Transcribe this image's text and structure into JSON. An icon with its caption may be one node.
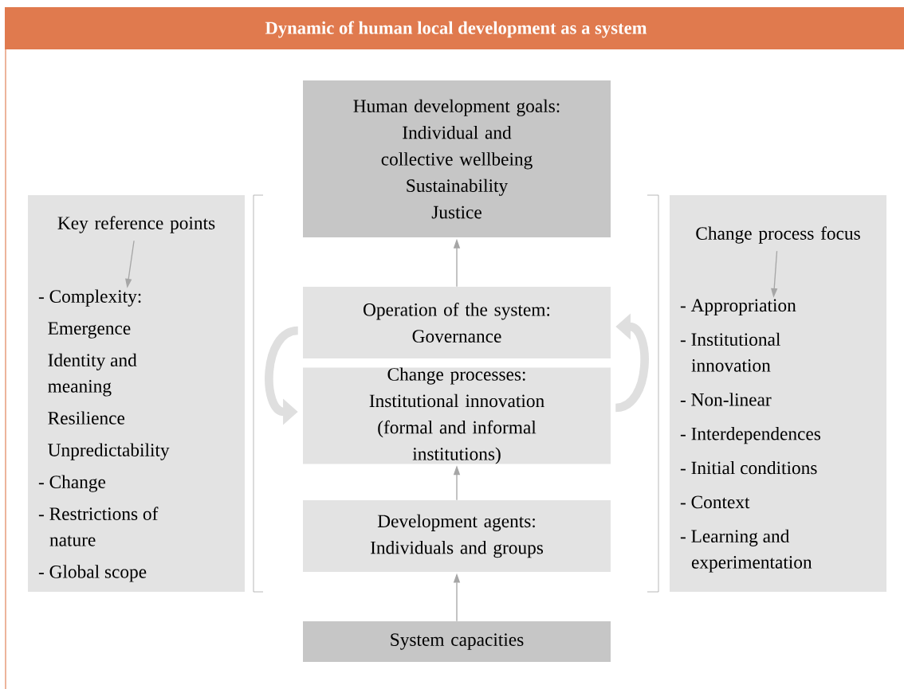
{
  "diagram": {
    "title": "Dynamic of human local development as a system",
    "nodes": [
      {
        "text": [
          "Human development goals:",
          "Individual and collective wellbeing",
          "Sustainability",
          "Justice"
        ]
      },
      {
        "text": [
          "Operation of the system:",
          "Governance"
        ]
      },
      {
        "text": [
          "Change processes:",
          "Institutional innovation",
          "(formal and informal institutions)"
        ]
      },
      {
        "text": [
          "Development agents:",
          "Individuals and groups"
        ]
      },
      {
        "text": [
          "System capacities"
        ]
      },
      {
        "text": [],
        "shape": "box"
      },
      {
        "text": [
          "Key reference points"
        ],
        "in": 5
      },
      {
        "text": [
          "- Complexity:",
          "Emergence",
          "Identity and meaning",
          "Resilience",
          "Unpredictability",
          "- Change",
          "- Restrictions of nature",
          "- Global scope"
        ],
        "in": 5
      },
      {
        "text": [],
        "shape": "box"
      },
      {
        "text": [
          "Change process focus"
        ],
        "in": 8
      },
      {
        "text": [
          "- Appropriation",
          "- Institutional innovation",
          "- Non-linear",
          "- Interdependences",
          "- Initial conditions",
          "- Context",
          "- Learning and experimentation"
        ],
        "in": 8
      }
    ],
    "edges": [
      {
        "from": 4,
        "to": 3,
        "arrow": "to"
      },
      {
        "from": 3,
        "to": 2,
        "arrow": "to"
      },
      {
        "from": 1,
        "to": 0,
        "arrow": "to"
      },
      {
        "from": 1,
        "to": 2,
        "arrow": "to",
        "style": "thick"
      },
      {
        "from": 2,
        "to": 1,
        "arrow": "to",
        "style": "thick"
      },
      {
        "from": 6,
        "to": 7,
        "arrow": "to"
      },
      {
        "from": 9,
        "to": 10,
        "arrow": "to"
      }
    ]
  }
}
